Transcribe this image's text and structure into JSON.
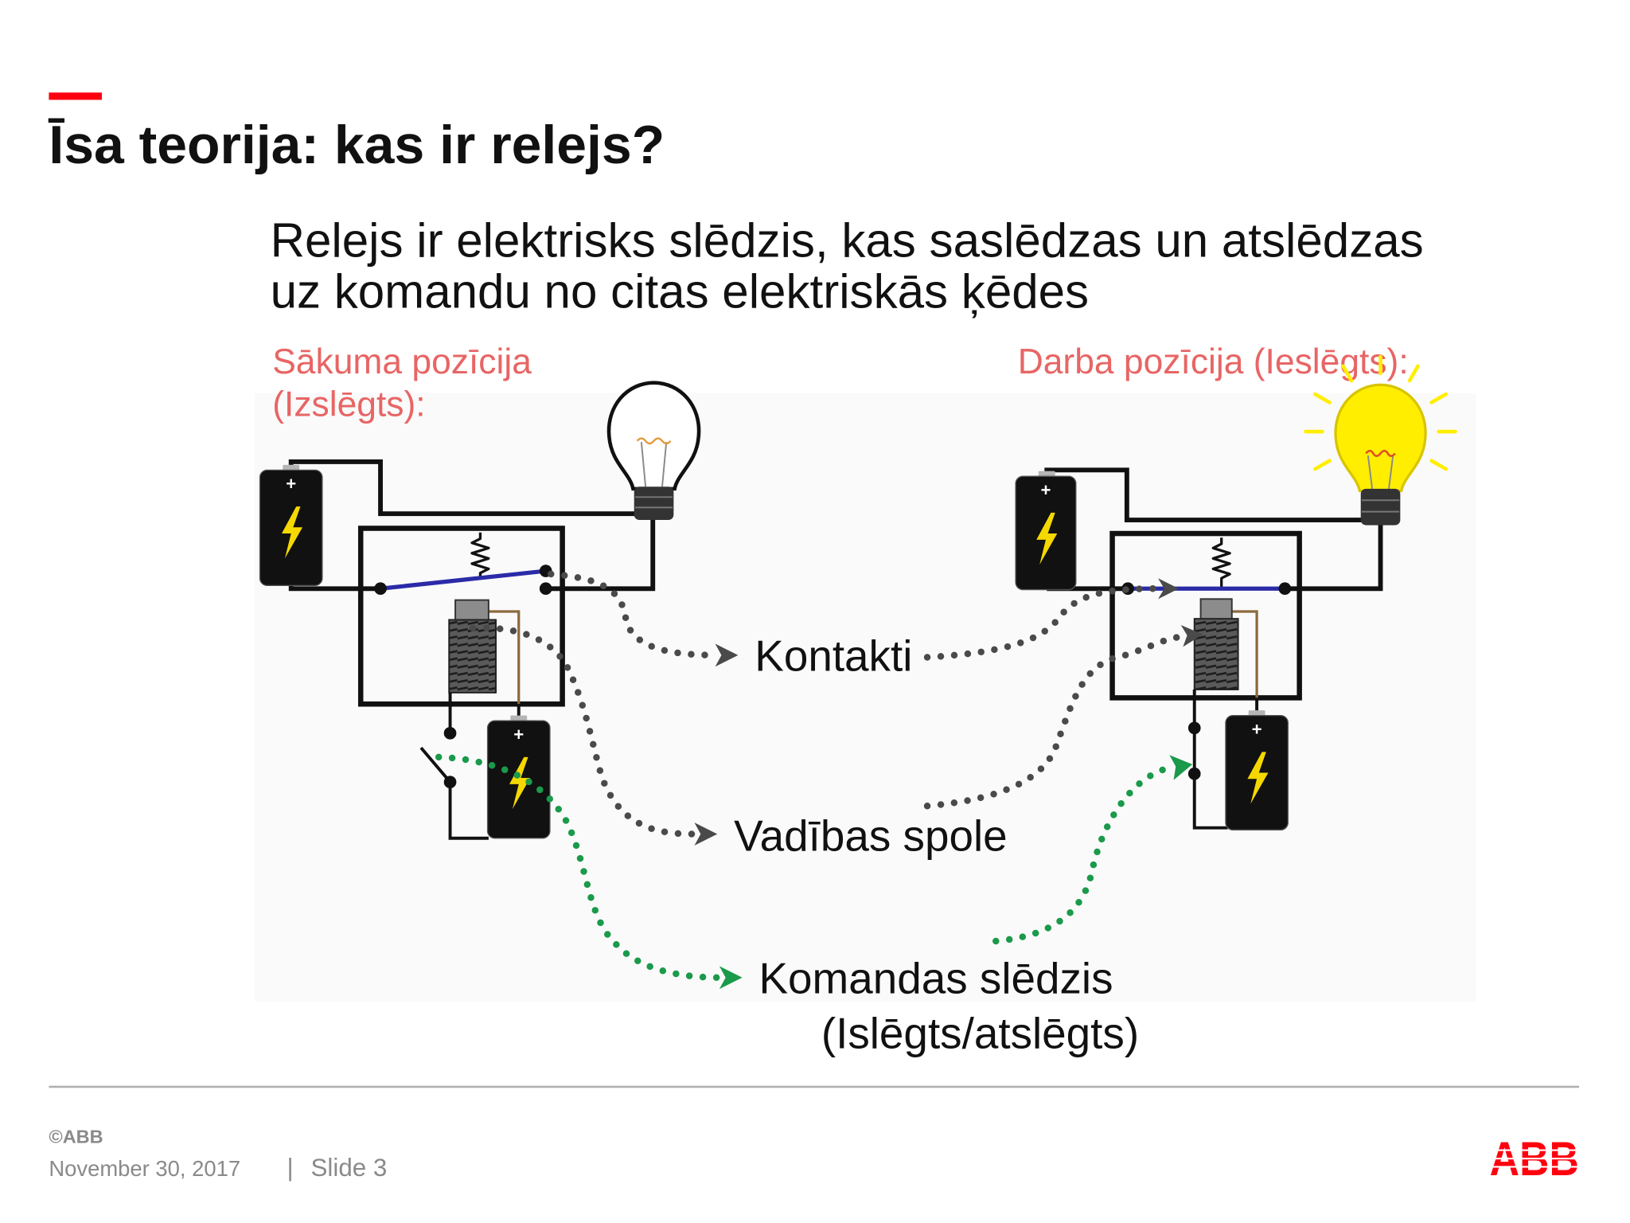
{
  "slide": {
    "title": "Īsa teorija: kas ir relejs?",
    "subtitle": [
      "Relejs ir elektrisks slēdzis, kas saslēdzas un atslēdzas",
      "uz komandu no citas elektriskās ķēdes"
    ],
    "initial_position": [
      "Sākuma pozīcija",
      "(Izslēgts):"
    ],
    "working_position": "Darba pozīcija (Ieslēgts):"
  },
  "diagram": {
    "callouts": {
      "contacts": "Kontakti",
      "control_coil": "Vadības spole",
      "command_switch": [
        "Komandas slēdzis",
        "(Islēgts/atslēgts)"
      ]
    },
    "battery_plus": "+",
    "left_circuit_icons": [
      "battery-icon",
      "relay-icon",
      "light-bulb-off-icon",
      "switch-open-icon"
    ],
    "right_circuit_icons": [
      "battery-icon",
      "relay-icon",
      "light-bulb-on-icon",
      "switch-closed-icon"
    ]
  },
  "footer": {
    "copyright": "©ABB",
    "date": "November 30, 2017",
    "separator": "|",
    "slide": "Slide 3",
    "logo_text": "ABB"
  },
  "colors": {
    "accent": "#ff000f",
    "label": "#e86565",
    "ink": "#111111",
    "muted": "#8a8a8a",
    "ctrl": "#4a4a4a",
    "cmd": "#1a9a4a",
    "armature": "#2b2ba8",
    "lead": "#8b6a3e",
    "bulb": "#ffee00",
    "bolt": "#f5d800"
  }
}
